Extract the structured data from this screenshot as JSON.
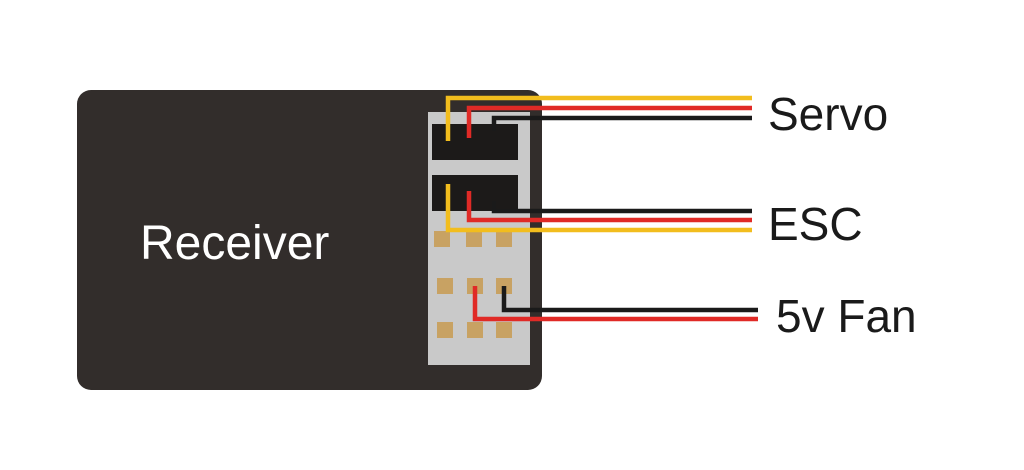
{
  "receiver": {
    "label": "Receiver"
  },
  "wires": {
    "servo": {
      "label": "Servo"
    },
    "esc": {
      "label": "ESC"
    },
    "fan": {
      "label": "5v Fan"
    }
  },
  "colors": {
    "receiver_body": "#322d2b",
    "pin_header": "#c9c9c9",
    "connector": "#1c1a19",
    "pin_pad": "#c8a263",
    "signal_wire": "#f2bd1d",
    "positive_wire": "#e02a26",
    "negative_wire": "#1a1a1a"
  }
}
